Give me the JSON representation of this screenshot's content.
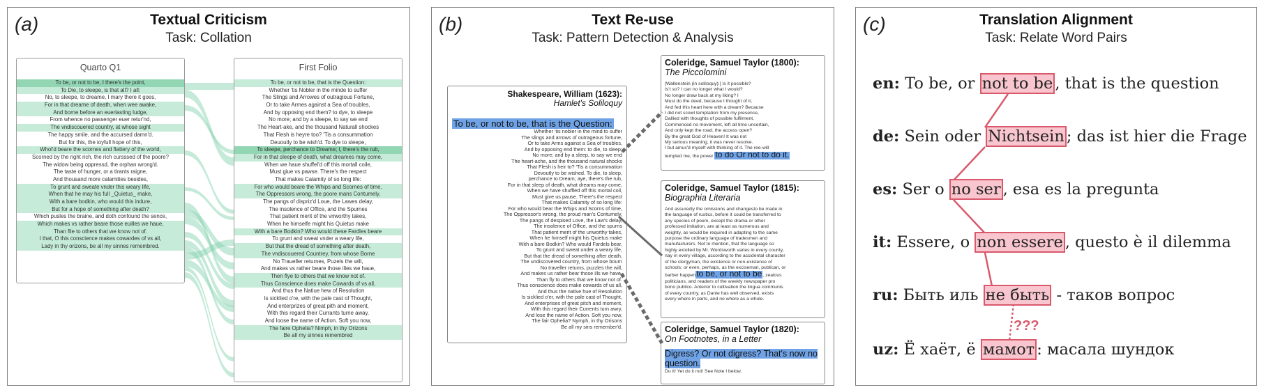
{
  "panels": {
    "a": {
      "label": "(a)",
      "title": "Textual Criticism",
      "task": "Task: Collation",
      "quarto": {
        "header": "Quarto Q1",
        "lines": [
          "To be, or not to be, I there's the point,",
          "To Die, to sleepe, is that all? I all:",
          "No, to sleepe, to dreame, I mary there it goes,",
          "For in that dreame of death, when wee awake,",
          "And borne before an euerlasting Iudge,",
          "From whence no passenger euer retur'nd,",
          "The vndiscouered country, at whose sight",
          "The happy smile, and the accursed damn'd.",
          "But for this, the ioyfull hope of this,",
          "Whol'd beare the scornes and flattery of the world,",
          "Scorned by the right rich, the rich cursssed of the poore?",
          "The widow being oppressd, the orphan wrong'd.",
          "The taste of hunger, or a tirants raigne,",
          "And thousand more calamities besides,",
          "To grunt and sweate vnder this weary life,",
          "When that he may his full _Quietus_ make,",
          "With a bare bodkin, who would this indure,",
          "But for a hope of something after death?",
          "Which pusles the braine, and doth confound the sence,",
          "Which makes vs rather beare those euilles we haue,",
          "Than flie to others that we know not of.",
          "I that, O this conscience makes cowardes of vs all,",
          "Lady in thy orizons, be all my sinnes remembred."
        ]
      },
      "folio": {
        "header": "First Folio",
        "lines": [
          "To be, or not to be, that is the Question:",
          "Whether 'tis Nobler in the minde to suffer",
          "The Slings and Arrowes of outragious Fortune,",
          "Or to take Armes against a Sea of troubles,",
          "And by opposing end them? to dye, to sleepe",
          "No more; and by a sleepe, to say we end",
          "The Heart-ake, and the thousand Naturall shockes",
          "That Flesh is heyre too? 'Tis a consummation",
          "Deuoutly to be wish'd. To dye to sleepe,",
          "To sleepe, perchance to Dreame; I, there's the rub,",
          "For in that sleepe of death, what dreames may come,",
          "When we haue shuffel'd off this mortall coile,",
          "Must giue vs pawse. There's the respect",
          "That makes Calamity of so long life:",
          "For who would beare the Whips and Scornes of time,",
          "The Oppressors wrong, the poore mans Contumely,",
          "The pangs of dispriz'd Loue, the Lawes delay,",
          "The insolence of Office, and the Spurnes",
          "That patient merit of the vnworthy takes,",
          "When he himselfe might his Quietus make",
          "With a bare Bodkin? Who would these Fardles beare",
          "To grunt and sweat vnder a weary life,",
          "But that the dread of something after death,",
          "The vndiscouered Countrey, from whose Borne",
          "No Traueller returnes, Puzels the will,",
          "And makes vs rather beare those illes we haue,",
          "Then flye to others that we know not of.",
          "Thus Conscience does make Cowards of vs all,",
          "And thus the Natiue hew of Resolution",
          "Is sicklied o're, with the pale cast of Thought,",
          "And enterprizes of great pith and moment,",
          "With this regard their Currants turne away,",
          "And loose the name of Action. Soft you now,",
          "The faire Ophelia? Nimph, in thy Orizons",
          "Be all my sinnes remembred"
        ]
      }
    },
    "b": {
      "label": "(b)",
      "title": "Text Re-use",
      "task": "Task: Pattern Detection & Analysis",
      "source": {
        "author": "Shakespeare, William (1623):",
        "work": "Hamlet's Soliloquy",
        "highlight": "To be, or not to be, that is the Question:",
        "lines": [
          "Whether 'tis nobler in the mind to suffer",
          "The slings and arrows of outrageous fortune,",
          "Or to take Arms against a Sea of troubles,",
          "And by opposing end them: to die, to sleep;",
          "No more; and by a sleep, to say we end",
          "The heart-ache, and the thousand natural shocks",
          "That Flesh is heir to? 'Tis a consummation",
          "Devoutly to be wished. To die, to sleep,",
          "perchance to Dream; aye, there's the rub,",
          "For in that sleep of death, what dreams may come,",
          "When we have shuffled off this mortal coil,",
          "Must give us pause. There's the respect",
          "That makes Calamity of so long life:",
          "For who would bear the Whips and Scorns of time,",
          "The Oppressor's wrong, the proud man's Contumely,",
          "The pangs of despised Love, the Law's delay,",
          "The insolence of Office, and the spurns",
          "That patient merit of the unworthy takes,",
          "When he himself might his Quietus make",
          "With a bare Bodkin? Who would Fardels bear,",
          "To grunt and sweat under a weary life,",
          "But that the dread of something after death,",
          "The undiscovered country, from whose bourn",
          "No traveller returns, puzzles the will,",
          "And makes us rather bear those ills we have,",
          "Than fly to others that we know not of.",
          "Thus conscience does make cowards of us all,",
          "And thus the native hue of Resolution",
          "Is sicklied o'er, with the pale cast of Thought,",
          "And enterprises of great pitch and moment,",
          "With this regard their Currents turn awry,",
          "And lose the name of Action. Soft you now,",
          "The fair Ophelia? Nymph, in thy Orisons",
          "Be all my sins remember'd."
        ]
      },
      "targets": [
        {
          "author": "Coleridge, Samuel Taylor (1800):",
          "work": "The Piccolomini",
          "lines": [
            "[Wallenstein (in soliloquy):] Is it possible?",
            "Is't so? I can no longer what I would?",
            "No longer draw back at my liking? I",
            "Must do the deed, because I thought of it,",
            "And fed this heart here with a dream? Because",
            "I did not scowl temptation from my presence,",
            "Dallied with thoughts of possible fulfilment,",
            "Commenced no movement, left all time uncertain,",
            "And only kept the road, the access open?",
            "By the great God of Heaven! It was not",
            "My serious meaning, it was never resolve.",
            "I but amus'd myself with thinking of it. The ree-will"
          ],
          "tail": "tempted me, the power",
          "highlight": "to do Or not to do it."
        },
        {
          "author": "Coleridge, Samuel Taylor (1815):",
          "work": "Biographia Literaria",
          "lines": [
            "And assuredly the omissions and changesto be made in",
            "the language of rustics, before it could be transferred to",
            "any species of poem, except the drama or other",
            "professed imitation, are at least as numerous and",
            "weighty, as would be required in adapting to the same",
            "purpose the ordinary language of tradesmen and",
            "manufacturers. Not to mention, that the language so",
            "highly extolled by Mr. Wordsworth varies in every county,",
            "nay in every village, according to the accidental character",
            "of the clergyman, the existence or non-existence of",
            "schools; or even, perhaps, as the exciseman, publican, or"
          ],
          "pre": "barber happen",
          "highlight": "to be, or not to be",
          "post": ", zealous",
          "after": [
            "politicians, and readers of the weekly newspaper pro",
            "bono publico. Anterior to cultivation the lingua communis",
            "of every country, as Dante has well observed, exists",
            "every where in parts, and no where as a whole."
          ]
        },
        {
          "author": "Coleridge, Samuel Taylor (1820):",
          "work": "On Footnotes, in a Letter",
          "highlight": "Digress? Or not digress? That's now no question.",
          "tail": "Do it! Yet do it not! See Note I below."
        }
      ]
    },
    "c": {
      "label": "(c)",
      "title": "Translation Alignment",
      "task": "Task: Relate Word Pairs",
      "qmarks": "???",
      "rows": [
        {
          "lang": "en:",
          "pre": " To be, or ",
          "word": "not to be",
          "post": ", that is the question"
        },
        {
          "lang": "de:",
          "pre": " Sein oder ",
          "word": "Nichtsein",
          "post": "; das ist hier die Frage"
        },
        {
          "lang": "es:",
          "pre": " Ser o ",
          "word": "no ser",
          "post": ", esa es la pregunta"
        },
        {
          "lang": "it:",
          "pre": " Essere, o ",
          "word": "non essere",
          "post": ", questo è il dilemma"
        },
        {
          "lang": "ru:",
          "pre": " Быть иль ",
          "word": "не быть",
          "post": " - таков вопрос"
        },
        {
          "lang": "uz:",
          "pre": " Ё хаёт, ё ",
          "word": "мамот",
          "post": ": масала шундок"
        }
      ]
    }
  }
}
